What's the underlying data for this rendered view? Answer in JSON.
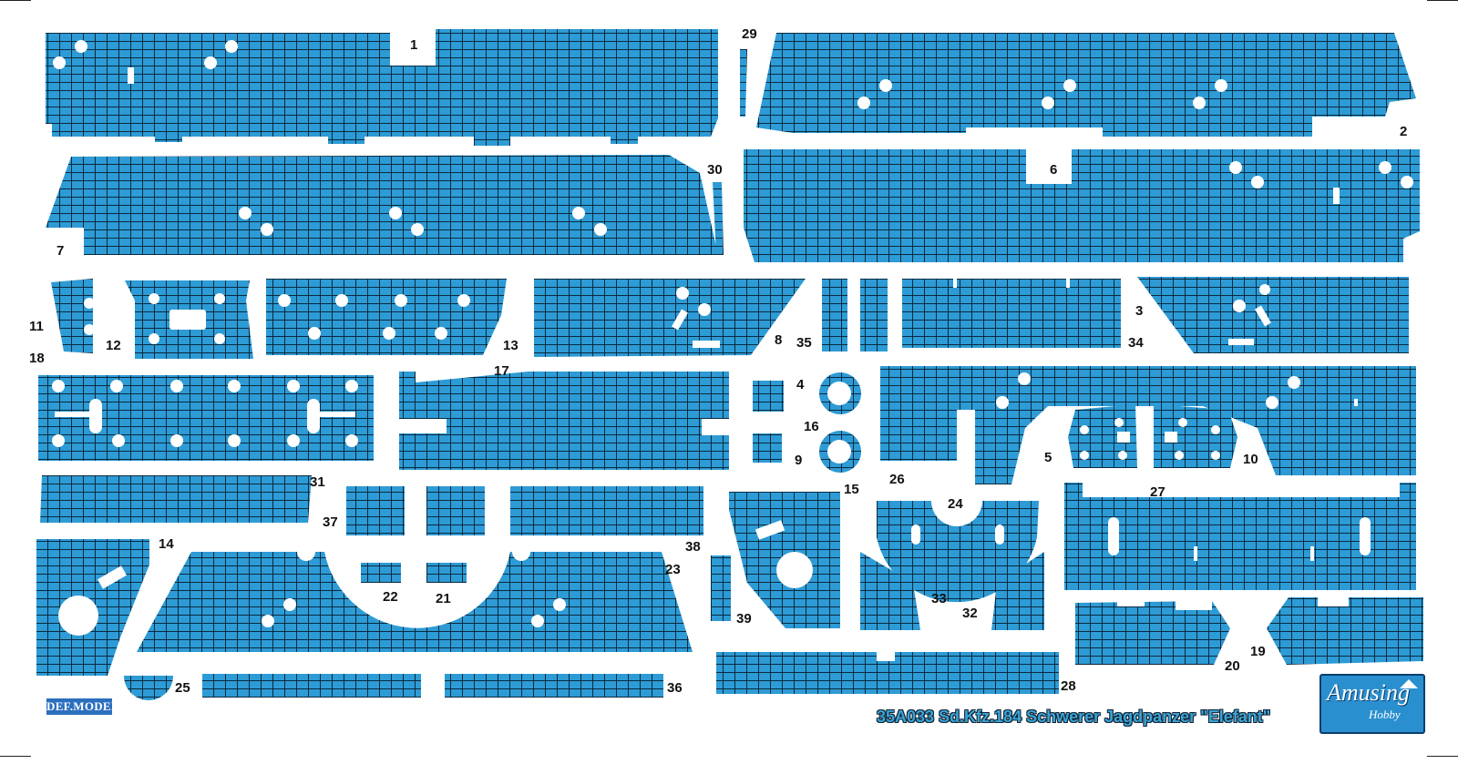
{
  "sheet": {
    "product_code": "35A033",
    "product_title": "Sd.Kfz.184 Schwerer Jagdpanzer \"Elefant\"",
    "title_line": "35A033  Sd.Kfz.184 Schwerer Jagdpanzer \"Elefant\"",
    "brand_left": "DEF.MODEL",
    "brand_right_main": "Amusing",
    "brand_right_sub": "Hobby"
  },
  "colors": {
    "zimmerit_fill": "#2d9bd5",
    "zimmerit_line": "#0b2a3f",
    "background": "#ffffff",
    "title_text": "#3aa5d6"
  },
  "part_numbers": [
    "1",
    "2",
    "3",
    "4",
    "5",
    "6",
    "7",
    "8",
    "9",
    "10",
    "11",
    "12",
    "13",
    "14",
    "15",
    "16",
    "17",
    "18",
    "19",
    "20",
    "21",
    "22",
    "23",
    "24",
    "25",
    "26",
    "27",
    "28",
    "29",
    "30",
    "31",
    "32",
    "33",
    "34",
    "35",
    "36",
    "37",
    "38",
    "39"
  ]
}
